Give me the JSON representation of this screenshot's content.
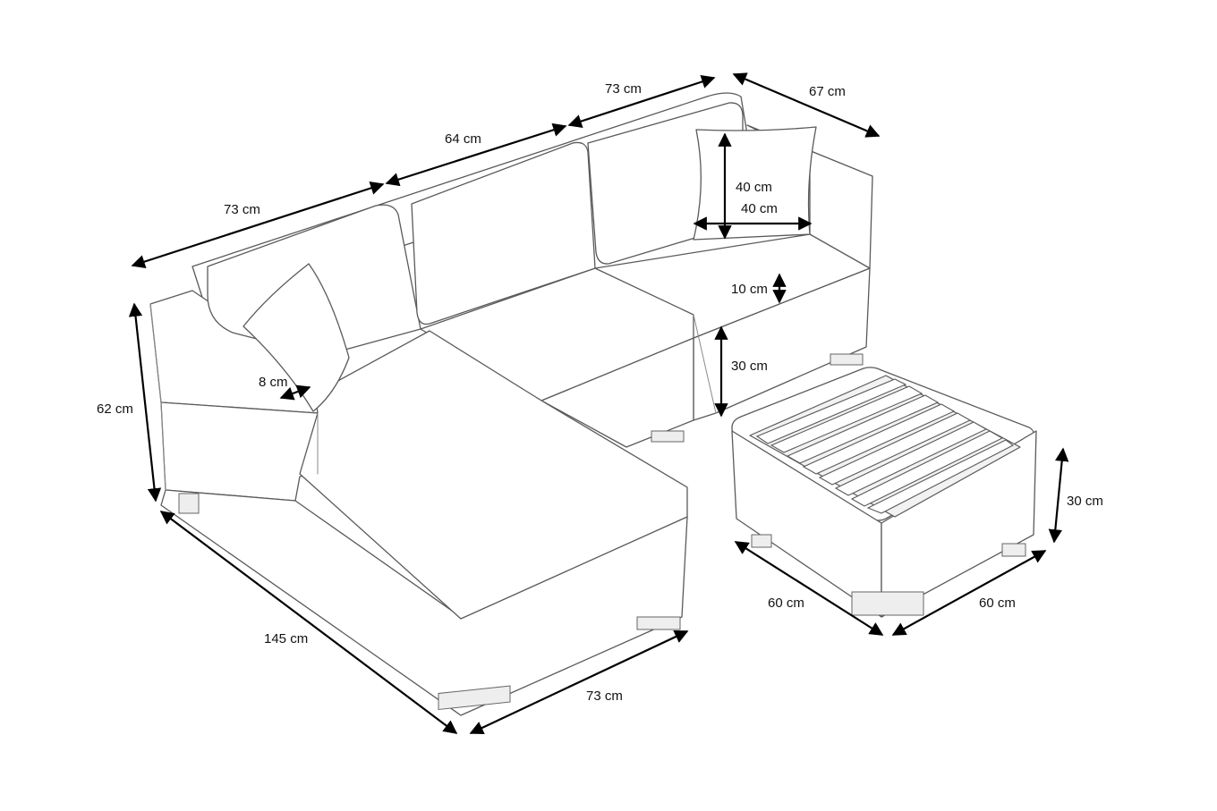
{
  "dimensions": {
    "back_left_width": "73 cm",
    "back_middle_width": "64 cm",
    "back_right_width": "73 cm",
    "right_depth": "67 cm",
    "cushion_height": "40 cm",
    "cushion_width": "40 cm",
    "seat_cushion_thickness": "10 cm",
    "seat_height": "30 cm",
    "armrest_width": "8 cm",
    "total_height": "62 cm",
    "chaise_length": "145 cm",
    "chaise_width": "73 cm",
    "table_height": "30 cm",
    "table_depth": "60 cm",
    "table_width": "60 cm"
  },
  "colors": {
    "line": "#5a5a5a",
    "dimension": "#000000",
    "background": "#ffffff"
  }
}
